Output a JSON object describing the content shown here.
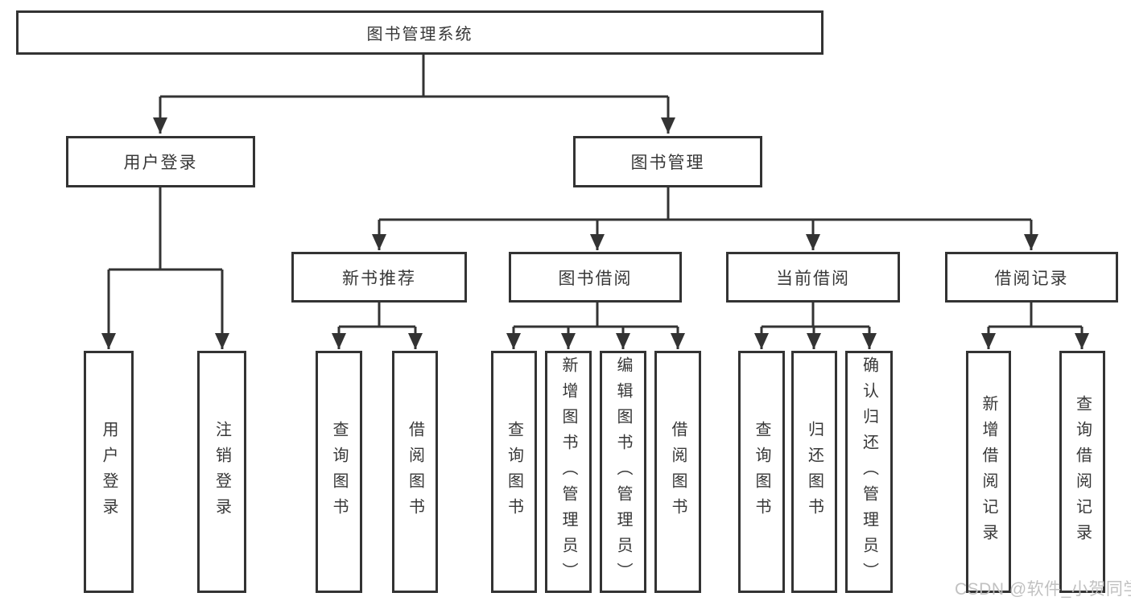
{
  "diagram": {
    "type": "hierarchy-tree",
    "line_color": "#333333",
    "text_color": "#383838",
    "background": "#ffffff",
    "tree": {
      "root": {
        "label": "图书管理系统"
      },
      "branches": [
        {
          "label": "用户登录",
          "children": [
            {
              "label": "用户登录"
            },
            {
              "label": "注销登录"
            }
          ]
        },
        {
          "label": "图书管理",
          "children": [
            {
              "label": "新书推荐",
              "children": [
                {
                  "label": "查询图书"
                },
                {
                  "label": "借阅图书"
                }
              ]
            },
            {
              "label": "图书借阅",
              "children": [
                {
                  "label": "查询图书"
                },
                {
                  "label": "新增图书（管理员）"
                },
                {
                  "label": "编辑图书（管理员）"
                },
                {
                  "label": "借阅图书"
                }
              ]
            },
            {
              "label": "当前借阅",
              "children": [
                {
                  "label": "查询图书"
                },
                {
                  "label": "归还图书"
                },
                {
                  "label": "确认归还（管理员）"
                }
              ]
            },
            {
              "label": "借阅记录",
              "children": [
                {
                  "label": "新增借阅记录"
                },
                {
                  "label": "查询借阅记录"
                }
              ]
            }
          ]
        }
      ]
    }
  },
  "watermark": {
    "text": "CSDN @软件_小贺同学",
    "color": "#bebebe"
  }
}
